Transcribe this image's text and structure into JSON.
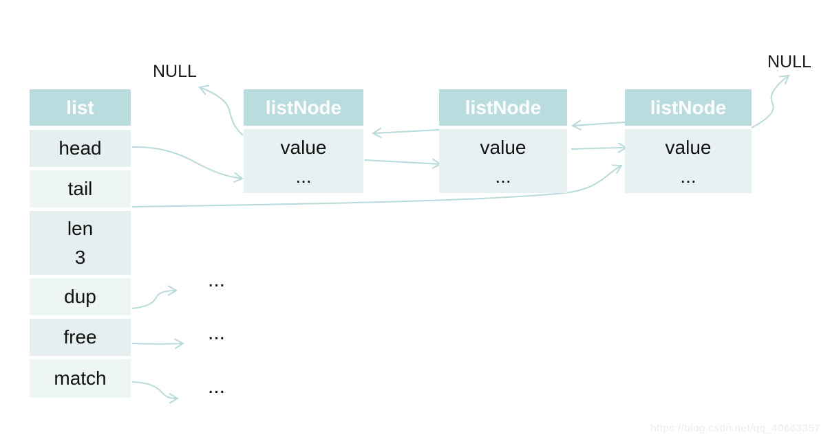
{
  "diagram": {
    "title_hint": "linked list structure diagram",
    "list_table": {
      "header": "list",
      "rows": [
        {
          "label": "head"
        },
        {
          "label": "tail"
        },
        {
          "label": "len",
          "value": "3"
        },
        {
          "label": "dup"
        },
        {
          "label": "free"
        },
        {
          "label": "match"
        }
      ]
    },
    "nodes": [
      {
        "header": "listNode",
        "value": "value",
        "more": "..."
      },
      {
        "header": "listNode",
        "value": "value",
        "more": "..."
      },
      {
        "header": "listNode",
        "value": "value",
        "more": "..."
      }
    ],
    "nulls": {
      "left": "NULL",
      "right": "NULL"
    },
    "ellipsis": {
      "dup": "...",
      "free": "...",
      "match": "..."
    },
    "colors": {
      "header_bg": "#b9dcde",
      "header_text": "#ffffff",
      "row_bg_dark": "#e5efef",
      "row_bg_light": "#eef5f5",
      "node_body_bg": "#e7f1f1",
      "arrow": "#b8dada",
      "text": "#111111",
      "watermark": "#ececec"
    },
    "watermark": {
      "text": "https://blog.csdn.net/qq_40663357"
    }
  }
}
